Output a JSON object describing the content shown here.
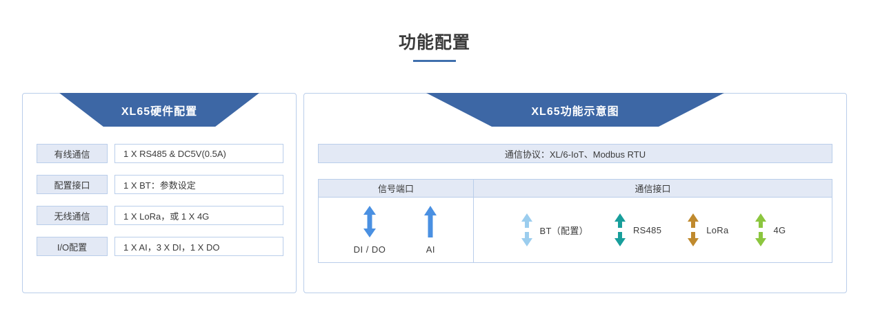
{
  "page": {
    "title": "功能配置",
    "accent_color": "#3f6fad",
    "panel_border_color": "#b9cdea",
    "banner_color": "#3d67a5",
    "cell_fill_color": "#e3e9f5"
  },
  "left_panel": {
    "banner_title": "XL65硬件配置",
    "specs": [
      {
        "key": "有线通信",
        "value": "1 X RS485 & DC5V(0.5A)"
      },
      {
        "key": "配置接口",
        "value": "1 X BT：参数设定"
      },
      {
        "key": "无线通信",
        "value": "1 X LoRa，或 1 X 4G"
      },
      {
        "key": "I/O配置",
        "value": "1 X AI，3 X DI，1 X DO"
      }
    ]
  },
  "right_panel": {
    "banner_title": "XL65功能示意图",
    "protocol": "通信协议：XL/6-IoT、Modbus RTU",
    "table": {
      "headers": {
        "signal": "信号端口",
        "comm": "通信接口"
      },
      "signal_items": [
        {
          "label": "DI / DO",
          "icon": "double-arrow-up-down-icon",
          "color": "#4a90e2",
          "style": "joined"
        },
        {
          "label": "AI",
          "icon": "arrow-up-icon",
          "color": "#4a90e2",
          "style": "single-up"
        }
      ],
      "comm_items": [
        {
          "label": "BT（配置）",
          "icon": "split-arrow-up-down-icon",
          "color": "#9bcdee"
        },
        {
          "label": "RS485",
          "icon": "split-arrow-up-down-icon",
          "color": "#189e9b"
        },
        {
          "label": "LoRa",
          "icon": "split-arrow-up-down-icon",
          "color": "#c08a2e"
        },
        {
          "label": "4G",
          "icon": "split-arrow-up-down-icon",
          "color": "#8cc63f"
        }
      ]
    }
  }
}
